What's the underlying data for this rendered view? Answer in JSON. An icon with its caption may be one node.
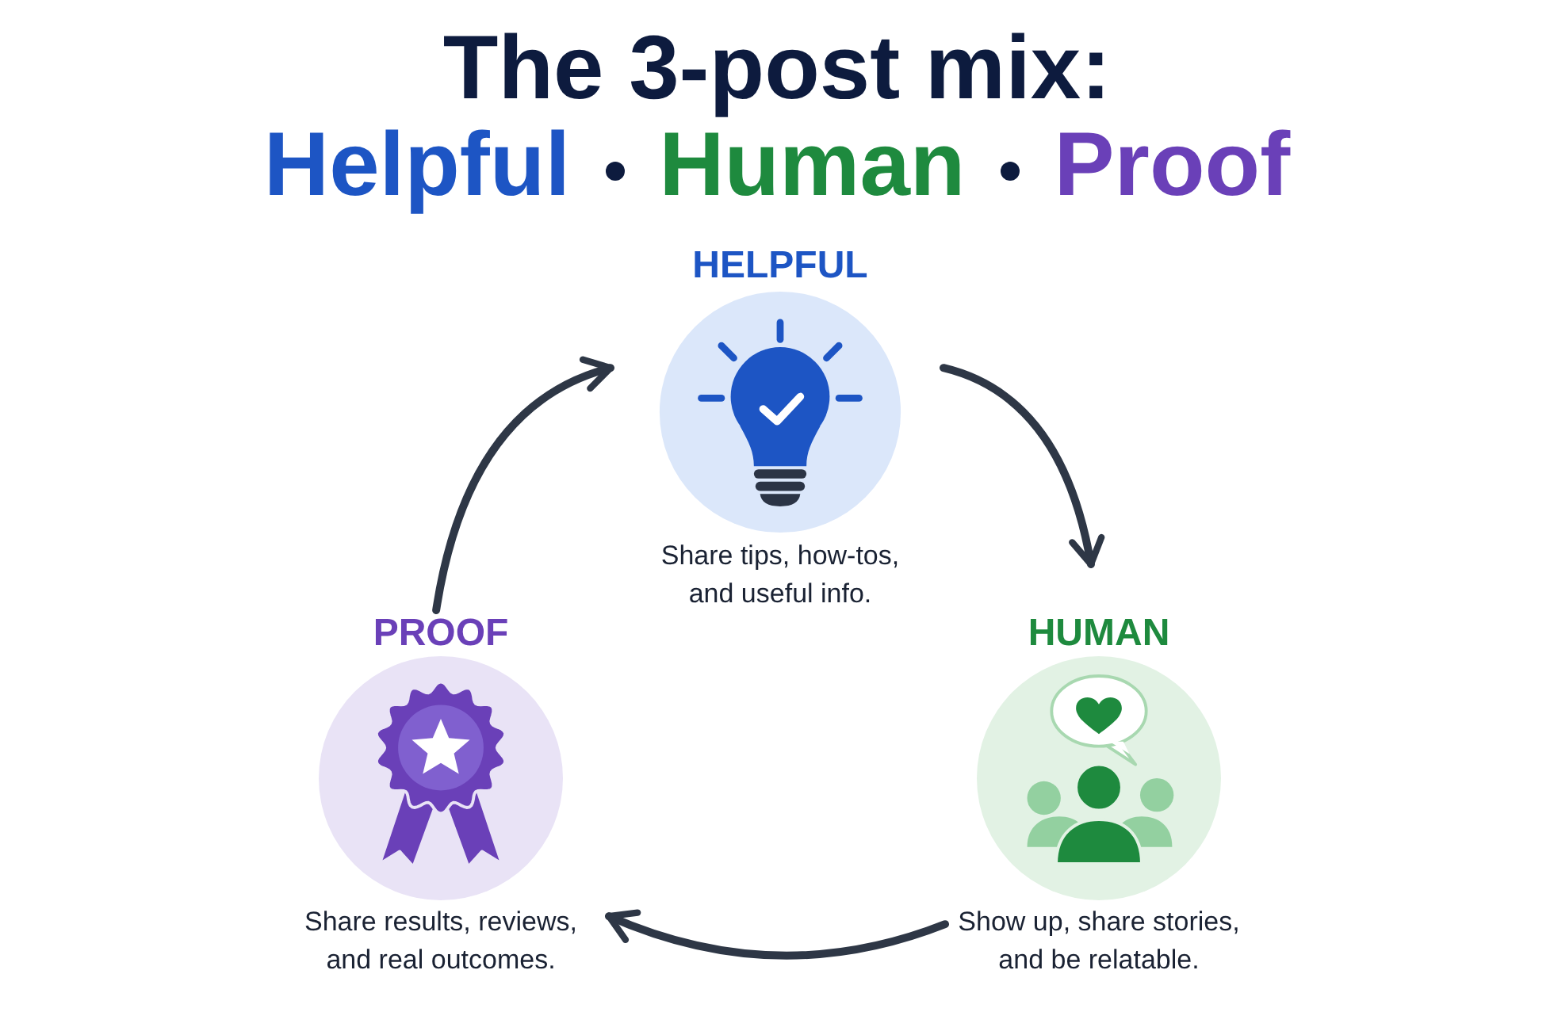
{
  "diagram": {
    "title": "The 3-post mix:",
    "nodes": [
      {
        "text": [
          "HELPFUL",
          "Share tips, how-tos, and useful info."
        ]
      },
      {
        "text": [
          "PROOF",
          "Share results, reviews, and real outcomes."
        ]
      },
      {
        "text": [
          "HUMAN",
          "Show up, share stories, and be relatable."
        ]
      }
    ],
    "edges": [
      {
        "from": 0,
        "to": 2,
        "arrow": "to"
      },
      {
        "from": 2,
        "to": 1,
        "arrow": "to"
      },
      {
        "from": 1,
        "to": 0,
        "arrow": "to"
      }
    ],
    "labels": [
      "Helpful",
      "Human",
      "Proof"
    ]
  }
}
